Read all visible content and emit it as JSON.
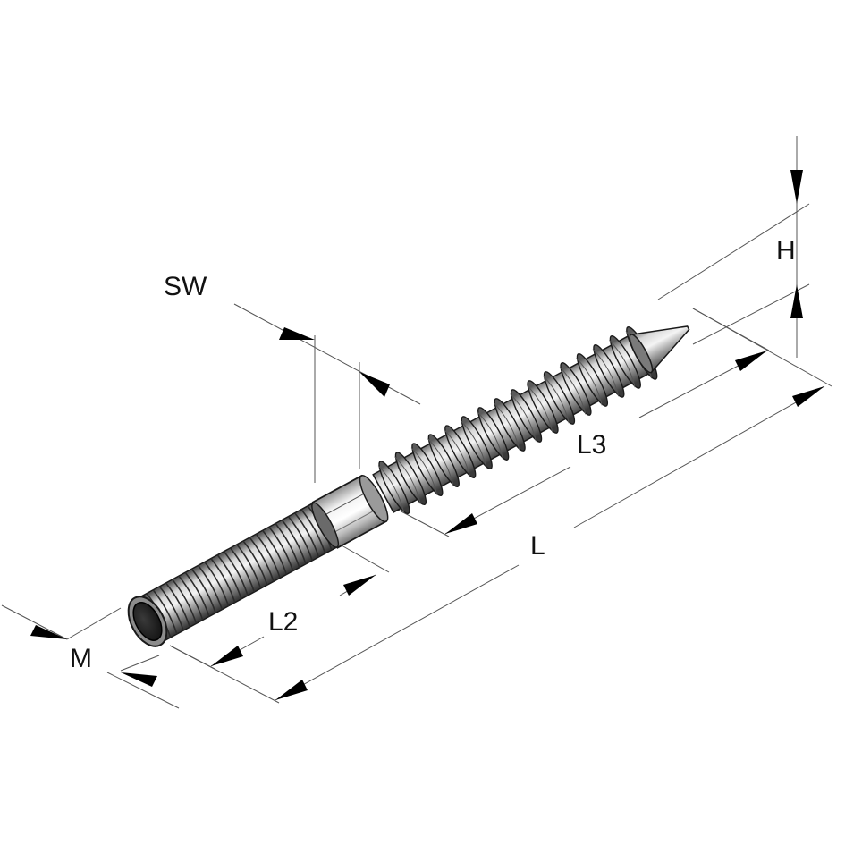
{
  "labels": {
    "sw": "SW",
    "h": "H",
    "l3": "L3",
    "l": "L",
    "l2": "L2",
    "m": "M"
  },
  "colors": {
    "background": "#ffffff",
    "dimension_line": "#555555",
    "arrow": "#000000",
    "metal_light": "#e6e6e6",
    "metal_mid": "#a8a8a8",
    "metal_dark": "#3c3c3c",
    "outline": "#1a1a1a"
  },
  "object": "hanger-bolt-icon"
}
